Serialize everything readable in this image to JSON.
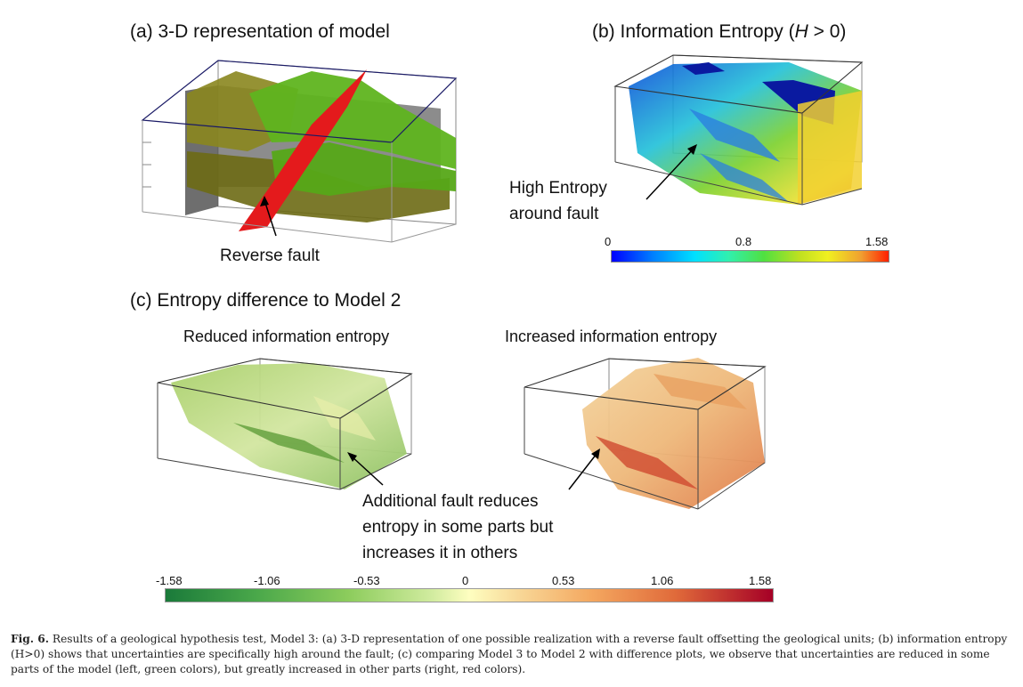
{
  "panels": {
    "a": {
      "title": "(a) 3-D representation of model",
      "annotation": "Reverse fault"
    },
    "b": {
      "title_prefix": "(b) Information Entropy (",
      "title_var": "H",
      "title_suffix": " > 0)",
      "annotation_line1": "High Entropy",
      "annotation_line2": "around fault",
      "colorbar": {
        "ticks": [
          "0",
          "0.8",
          "1.58"
        ]
      }
    },
    "c": {
      "title": "(c) Entropy difference to Model 2",
      "left_label": "Reduced information entropy",
      "right_label": "Increased information entropy",
      "annotation_line1": "Additional fault reduces",
      "annotation_line2": "entropy in some parts but",
      "annotation_line3": "increases it in others",
      "colorbar": {
        "ticks": [
          "-1.58",
          "-1.06",
          "-0.53",
          "0",
          "0.53",
          "1.06",
          "1.58"
        ]
      }
    }
  },
  "caption": {
    "label": "Fig. 6.",
    "text": " Results of a geological hypothesis test, Model 3: (a) 3-D representation of one possible realization with a reverse fault offsetting the geological units; (b) information entropy (H>0) shows that uncertainties are specifically high around the fault; (c) comparing Model 3 to Model 2 with difference plots, we observe that uncertainties are reduced in some parts of the model (left, green colors), but greatly increased in other parts (right, red colors)."
  },
  "colors": {
    "fault": "#e41a1c",
    "layer_olive": "#7a7a1a",
    "layer_green": "#66bb22",
    "box_edge": "#1a1a66",
    "entropy_low": "#0a1aa0",
    "entropy_high": "#e0301e",
    "diff_neg": "#1a7a3a",
    "diff_pos": "#a50026"
  }
}
